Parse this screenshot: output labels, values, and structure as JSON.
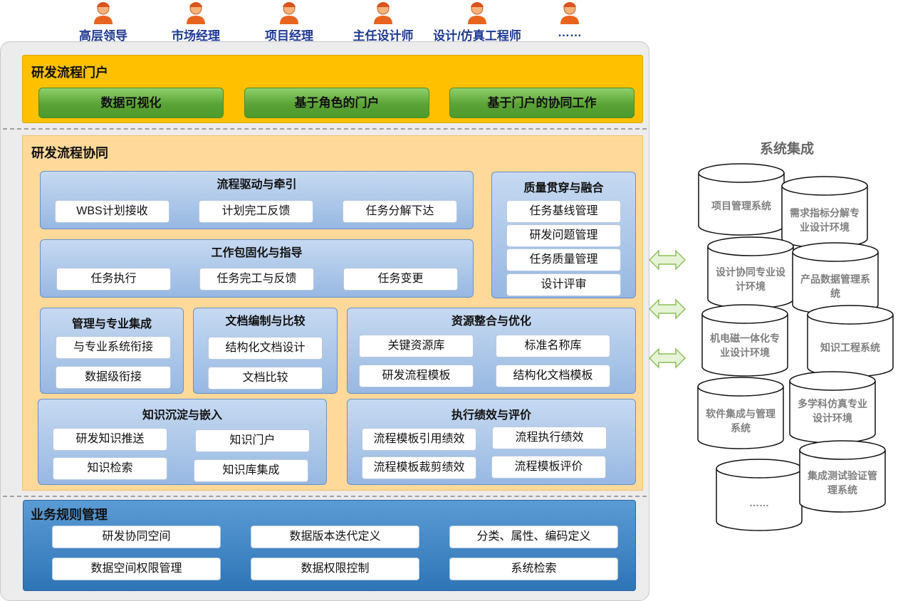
{
  "roles": [
    {
      "label": "高层领导"
    },
    {
      "label": "市场经理"
    },
    {
      "label": "项目经理"
    },
    {
      "label": "主任设计师"
    },
    {
      "label": "设计/仿真工程师"
    },
    {
      "label": "……"
    }
  ],
  "portal": {
    "title": "研发流程门户",
    "items": [
      "数据可视化",
      "基于角色的门户",
      "基于门户的协同工作"
    ]
  },
  "collab": {
    "title": "研发流程协同",
    "process_drive": {
      "title": "流程驱动与牵引",
      "items": [
        "WBS计划接收",
        "计划完工反馈",
        "任务分解下达"
      ]
    },
    "work_package": {
      "title": "工作包固化与指导",
      "items": [
        "任务执行",
        "任务完工与反馈",
        "任务变更"
      ]
    },
    "quality": {
      "title": "质量贯穿与融合",
      "items": [
        "任务基线管理",
        "研发问题管理",
        "任务质量管理",
        "设计评审"
      ]
    },
    "management": {
      "title": "管理与专业集成",
      "items": [
        "与专业系统衔接",
        "数据级衔接"
      ]
    },
    "document": {
      "title": "文档编制与比较",
      "items": [
        "结构化文档设计",
        "文档比较"
      ]
    },
    "resource": {
      "title": "资源整合与优化",
      "items": [
        "关键资源库",
        "标准名称库",
        "研发流程模板",
        "结构化文档模板"
      ]
    },
    "knowledge": {
      "title": "知识沉淀与嵌入",
      "items": [
        "研发知识推送",
        "知识门户",
        "知识检索",
        "知识库集成"
      ]
    },
    "performance": {
      "title": "执行绩效与评价",
      "items": [
        "流程模板引用绩效",
        "流程执行绩效",
        "流程模板裁剪绩效",
        "流程模板评价"
      ]
    }
  },
  "business": {
    "title": "业务规则管理",
    "items": [
      "研发协同空间",
      "数据版本迭代定义",
      "分类、属性、编码定义",
      "数据空间权限管理",
      "数据权限控制",
      "系统检索"
    ]
  },
  "integration": {
    "title": "系统集成",
    "systems": [
      {
        "line1": "项目管理系统",
        "line2": ""
      },
      {
        "line1": "需求指标分解专",
        "line2": "业设计环境"
      },
      {
        "line1": "设计协同专业设",
        "line2": "计环境"
      },
      {
        "line1": "产品数据管理系",
        "line2": "统"
      },
      {
        "line1": "机电磁一体化专",
        "line2": "业设计环境"
      },
      {
        "line1": "知识工程系统",
        "line2": ""
      },
      {
        "line1": "软件集成与管理",
        "line2": "系统"
      },
      {
        "line1": "多学科仿真专业",
        "line2": "设计环境"
      },
      {
        "line1": "集成测试验证管",
        "line2": "理系统"
      },
      {
        "line1": "……",
        "line2": ""
      }
    ]
  },
  "colors": {
    "portal": "#ffc000",
    "collab": "#ffd999",
    "panel": "#97b8e2",
    "business": "#2e75b6",
    "green": "#5aa336",
    "role_text": "#1f3a93"
  },
  "icons": {
    "role": "person-icon",
    "role_arrow": "arrow-up-icon",
    "link": "double-arrow-icon",
    "system": "database-cylinder-icon"
  }
}
